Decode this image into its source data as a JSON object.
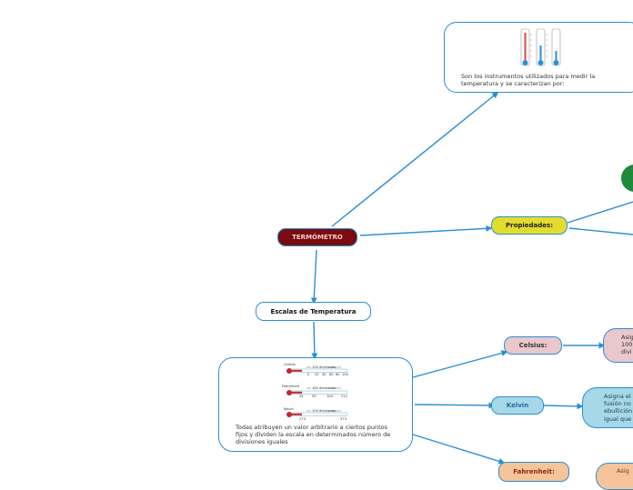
{
  "nodes": {
    "root": "TERMÓMETRO",
    "escalas": "Escalas de Temperatura",
    "propiedades": "Propiedades:",
    "instrumentos_text": "Son los instrumentos utilizados para medir la temperatura y se caracterizan por:",
    "escalas_desc": "Todas atribuyen un valor arbitrario a ciertos puntos fijos y dividen la escala en determinados número de divisiones iguales",
    "celsius": "Celsius:",
    "kelvin": "Kelvin",
    "fahrenheit": "Fahrenheit:",
    "celsius_desc": "Asig\n100\ndivi",
    "kelvin_desc": "Asigna el\nfusión no\nebullición\nigual que",
    "fahrenheit_desc": "Asig"
  },
  "scale_image": {
    "rows": [
      {
        "name": "Celsius",
        "label": "100 divisiones",
        "ticks": [
          "0",
          "20",
          "40",
          "60",
          "80",
          "100"
        ]
      },
      {
        "name": "Fahrenheit",
        "label": "180 divisiones",
        "ticks": [
          "32",
          "50",
          "104",
          "212"
        ]
      },
      {
        "name": "Kelvin",
        "label": "100 divisiones",
        "ticks": [
          "273",
          "373"
        ]
      }
    ]
  },
  "colors": {
    "connector": "#2a8fd0",
    "root_fill": "#7a0b10",
    "propiedades_fill": "#e4dc2c",
    "celsius_fill": "#e9c7cd",
    "kelvin_fill": "#a6d8ea",
    "fahrenheit_fill": "#f6c49a",
    "green_circle": "#1f8a3a"
  }
}
